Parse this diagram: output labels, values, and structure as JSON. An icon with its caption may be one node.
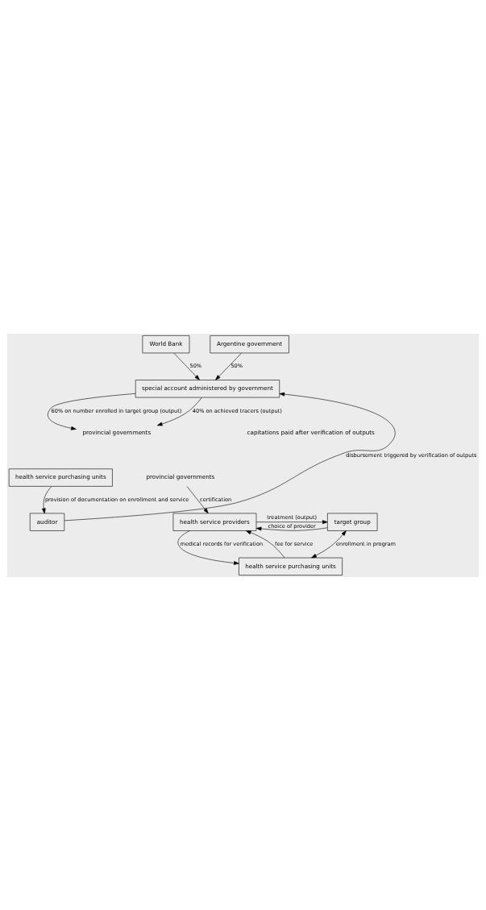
{
  "diagram": {
    "nodes": [
      {
        "text": [
          "World Bank"
        ]
      },
      {
        "text": [
          "Argentine government"
        ]
      },
      {
        "text": [
          "special account administered by government"
        ]
      },
      {
        "text": [
          "auditor"
        ]
      },
      {
        "text": [
          "provincial governments"
        ]
      },
      {
        "text": [
          "health service purchasing units"
        ]
      },
      {
        "text": [
          "provincial governments"
        ]
      },
      {
        "text": [
          "health service purchasing units"
        ]
      },
      {
        "text": [
          "health service providers"
        ]
      },
      {
        "text": [
          "target group"
        ]
      }
    ],
    "edges": [
      {
        "from": 0,
        "to": 2,
        "arrow": "to",
        "label": "50%"
      },
      {
        "from": 1,
        "to": 2,
        "arrow": "to",
        "label": "50%"
      },
      {
        "from": 2,
        "to": 4,
        "arrow": "to",
        "label": "60% on number enrolled in target group (output)"
      },
      {
        "from": 2,
        "to": 4,
        "arrow": "to",
        "label": "40% on achieved tracers (output)"
      },
      {
        "from": 5,
        "to": 3,
        "arrow": "to",
        "label": "provision of documentation on enrollment and service"
      },
      {
        "from": 3,
        "to": 2,
        "arrow": "to",
        "label": "disbursement triggered by verification of outputs"
      },
      {
        "from": 6,
        "to": 8,
        "arrow": "to",
        "label": "certification"
      },
      {
        "from": 7,
        "to": 8,
        "arrow": "to",
        "label": "fee for service"
      },
      {
        "from": 8,
        "to": 7,
        "arrow": "to",
        "label": "medical records for verification"
      },
      {
        "from": 7,
        "to": 9,
        "arrow": "both",
        "label": "enrollment in program"
      },
      {
        "from": 9,
        "to": 8,
        "arrow": "to",
        "label": "choice of provider"
      },
      {
        "from": 8,
        "to": 9,
        "arrow": "to",
        "label": "treatment (output)"
      }
    ],
    "labels": [
      "capitations paid after verification of outputs"
    ]
  }
}
